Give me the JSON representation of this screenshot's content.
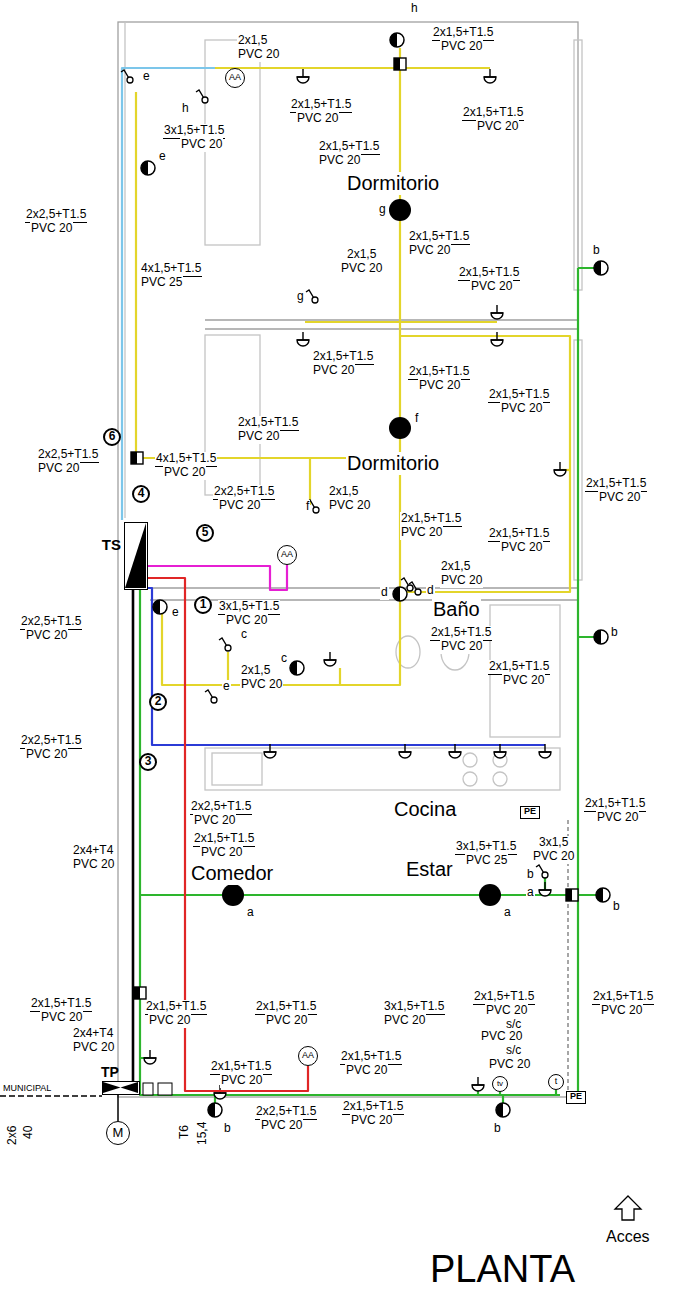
{
  "diagram": {
    "title": "PLANTA",
    "nodes": [
      {
        "text": [
          "AA"
        ]
      },
      {
        "text": [
          "6"
        ]
      },
      {
        "text": [
          "4"
        ]
      },
      {
        "text": [
          "TS"
        ]
      },
      {
        "text": [
          "5"
        ]
      },
      {
        "text": [
          "AA"
        ]
      },
      {
        "text": [
          "1"
        ]
      },
      {
        "text": [
          "2"
        ]
      },
      {
        "text": [
          "3"
        ]
      },
      {
        "text": [
          "PE"
        ]
      },
      {
        "text": [
          "AA"
        ]
      },
      {
        "text": [
          "TP"
        ]
      },
      {
        "text": [
          "tv"
        ]
      },
      {
        "text": [
          "t"
        ]
      },
      {
        "text": [
          "PE"
        ]
      },
      {
        "text": [
          "M"
        ]
      }
    ],
    "edges": [
      {
        "from": 11,
        "to": 3,
        "arrow": "none"
      },
      {
        "from": 11,
        "to": 15,
        "arrow": "none"
      },
      {
        "from": 3,
        "to": 5,
        "arrow": "none"
      },
      {
        "from": 3,
        "to": 10,
        "arrow": "none"
      }
    ],
    "labels": [
      "2x1,5",
      "PVC 20",
      "2x1,5+T1.5",
      "PVC 20",
      "2x1,5+T1.5",
      "PVC 20",
      "2x1,5+T1.5",
      "PVC 20",
      "3x1,5+T1.5",
      "PVC 20",
      "2x1,5+T1.5",
      "PVC 20",
      "Dormitorio",
      "2x2,5+T1.5",
      "PVC 20",
      "2x1,5+T1.5",
      "PVC 20",
      "2x1,5",
      "PVC 20",
      "4x1,5+T1.5",
      "PVC 25",
      "2x1,5+T1.5",
      "PVC 20",
      "2x1,5+T1.5",
      "PVC 20",
      "2x1,5+T1.5",
      "PVC 20",
      "2x1,5+T1.5",
      "PVC 20",
      "2x1,5+T1.5",
      "PVC 20",
      "Dormitorio",
      "2x2,5+T1.5",
      "PVC 20",
      "4x1,5+T1.5",
      "PVC 20",
      "2x1,5+T1.5",
      "PVC 20",
      "2x2,5+T1.5",
      "PVC 20",
      "2x1,5",
      "PVC 20",
      "2x1,5+T1.5",
      "PVC 20",
      "2x1,5+T1.5",
      "PVC 20",
      "2x1,5",
      "PVC 20",
      "Baño",
      "3x1,5+T1.5",
      "PVC 20",
      "2x2,5+T1.5",
      "PVC 20",
      "2x1,5+T1.5",
      "PVC 20",
      "2x1,5+T1.5",
      "PVC 20",
      "2x1,5",
      "PVC 20",
      "2x2,5+T1.5",
      "PVC 20",
      "Cocina",
      "2x1,5+T1.5",
      "PVC 20",
      "2x2,5+T1.5",
      "PVC 20",
      "2x4+T4",
      "PVC 20",
      "3x1,5",
      "PVC 20",
      "2x1,5+T1.5",
      "PVC 20",
      "Comedor",
      "Estar",
      "3x1,5+T1.5",
      "PVC 25",
      "2x1,5+T1.5",
      "PVC 20",
      "2x1,5+T1.5",
      "PVC 20",
      "2x1,5+T1.5",
      "PVC 20",
      "3x1,5+T1.5",
      "PVC 20",
      "2x1,5+T1.5",
      "PVC 20",
      "2x1,5+T1.5",
      "PVC 20",
      "s/c",
      "PVC 20",
      "2x4+T4",
      "PVC 20",
      "2x1,5+T1.5",
      "PVC 20",
      "2x1,5+T1.5",
      "PVC 20",
      "s/c",
      "PVC 20",
      "2x2,5+T1.5",
      "PVC 20",
      "2x1,5+T1.5",
      "PVC 20",
      "MUNICIPAL",
      "2x6",
      "40",
      "T6",
      "15,4",
      "Acces",
      "h",
      "h",
      "e",
      "e",
      "g",
      "g",
      "f",
      "f",
      "d",
      "d",
      "c",
      "c",
      "e",
      "e",
      "b",
      "b",
      "b",
      "b",
      "a",
      "a",
      "a",
      "b",
      "b"
    ]
  }
}
